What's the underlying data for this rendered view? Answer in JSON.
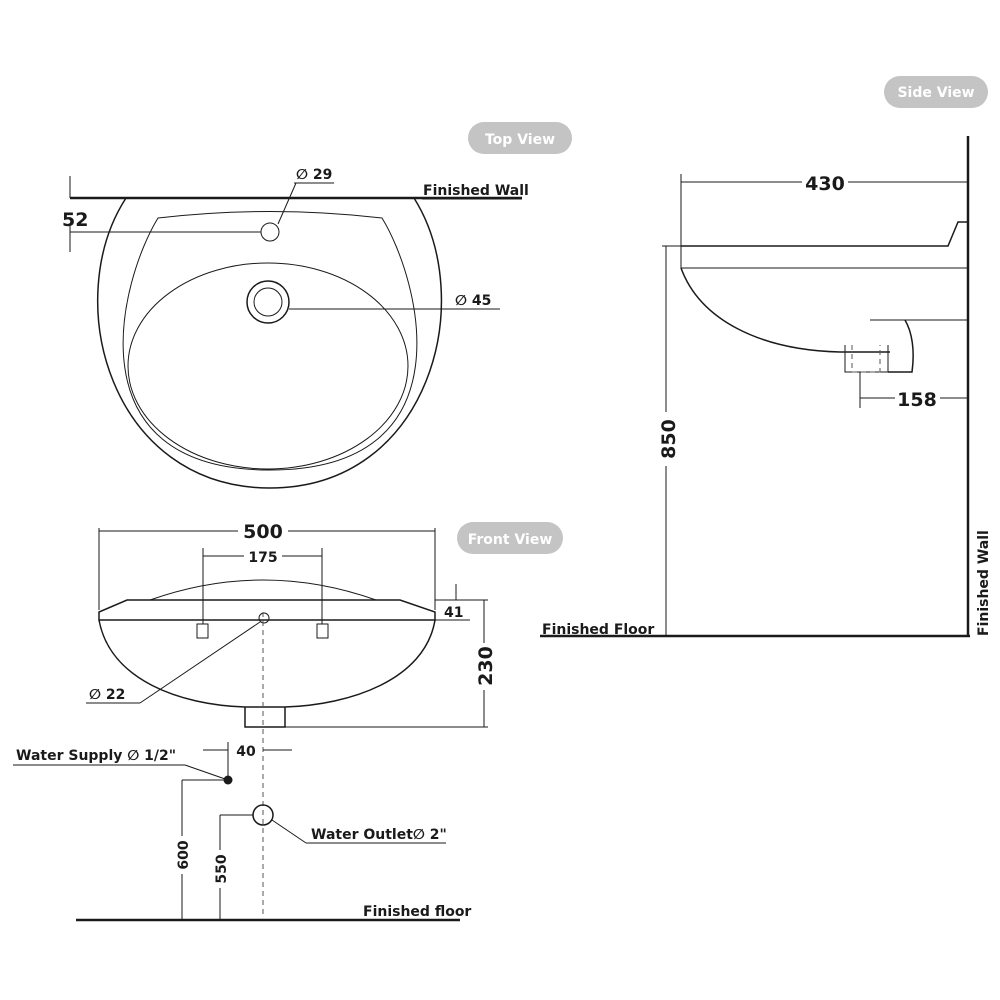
{
  "views": {
    "top": "Top View",
    "front": "Front View",
    "side": "Side View"
  },
  "top_view": {
    "finished_wall": "Finished Wall",
    "dim_wall_to_tap": "52",
    "dim_tap_hole": "29",
    "dim_drain": "45"
  },
  "front_view": {
    "dim_width": "500",
    "dim_tap_spacing": "175",
    "dim_rim": "41",
    "dim_height": "230",
    "dim_overflow": "22",
    "dim_offset": "40",
    "water_supply": "Water Supply",
    "water_supply_size": "1/2\"",
    "water_outlet": "Water Outlet",
    "water_outlet_size": "2\"",
    "dim_supply_height": "600",
    "dim_outlet_height": "550",
    "finished_floor": "Finished floor"
  },
  "side_view": {
    "dim_depth": "430",
    "dim_trap": "158",
    "dim_total_height": "850",
    "finished_floor": "Finished Floor",
    "finished_wall": "Finished Wall"
  },
  "symbols": {
    "diameter": "∅"
  }
}
